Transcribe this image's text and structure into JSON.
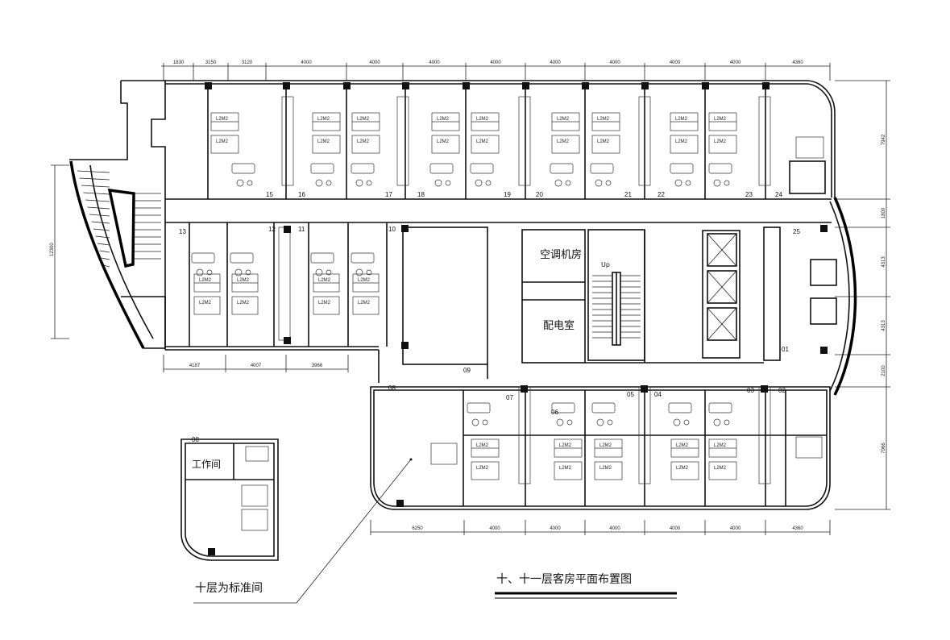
{
  "title": "十、十一层客房平面布置图",
  "note": "十层为标准间",
  "room_labels": {
    "ac_room": "空调机房",
    "power_room": "配电室",
    "work_room": "工作间",
    "stair_up": "Up"
  },
  "dims_top": [
    "1830",
    "3150",
    "3120",
    "4000",
    "4000",
    "4000",
    "4000",
    "4000",
    "4000",
    "4000",
    "4000",
    "4360"
  ],
  "dims_bottom_left": [
    "4187",
    "4007",
    "3966"
  ],
  "dims_bottom_right": [
    "6250",
    "4000",
    "4000",
    "4000",
    "4000",
    "4000",
    "4360"
  ],
  "dims_right": [
    "7942",
    "1800",
    "4313",
    "4313",
    "2100",
    "7966"
  ],
  "dims_left": [
    "12300"
  ],
  "room_numbers_top": [
    "15",
    "16",
    "17",
    "18",
    "19",
    "20",
    "21",
    "22",
    "23",
    "24"
  ],
  "room_numbers_mid": [
    "13",
    "12",
    "11",
    "10",
    "25",
    "01",
    "09"
  ],
  "room_numbers_bottom": [
    "08",
    "07",
    "06",
    "05",
    "04",
    "03",
    "02"
  ],
  "inset_room_number": "08",
  "bed_label": "L2M2"
}
